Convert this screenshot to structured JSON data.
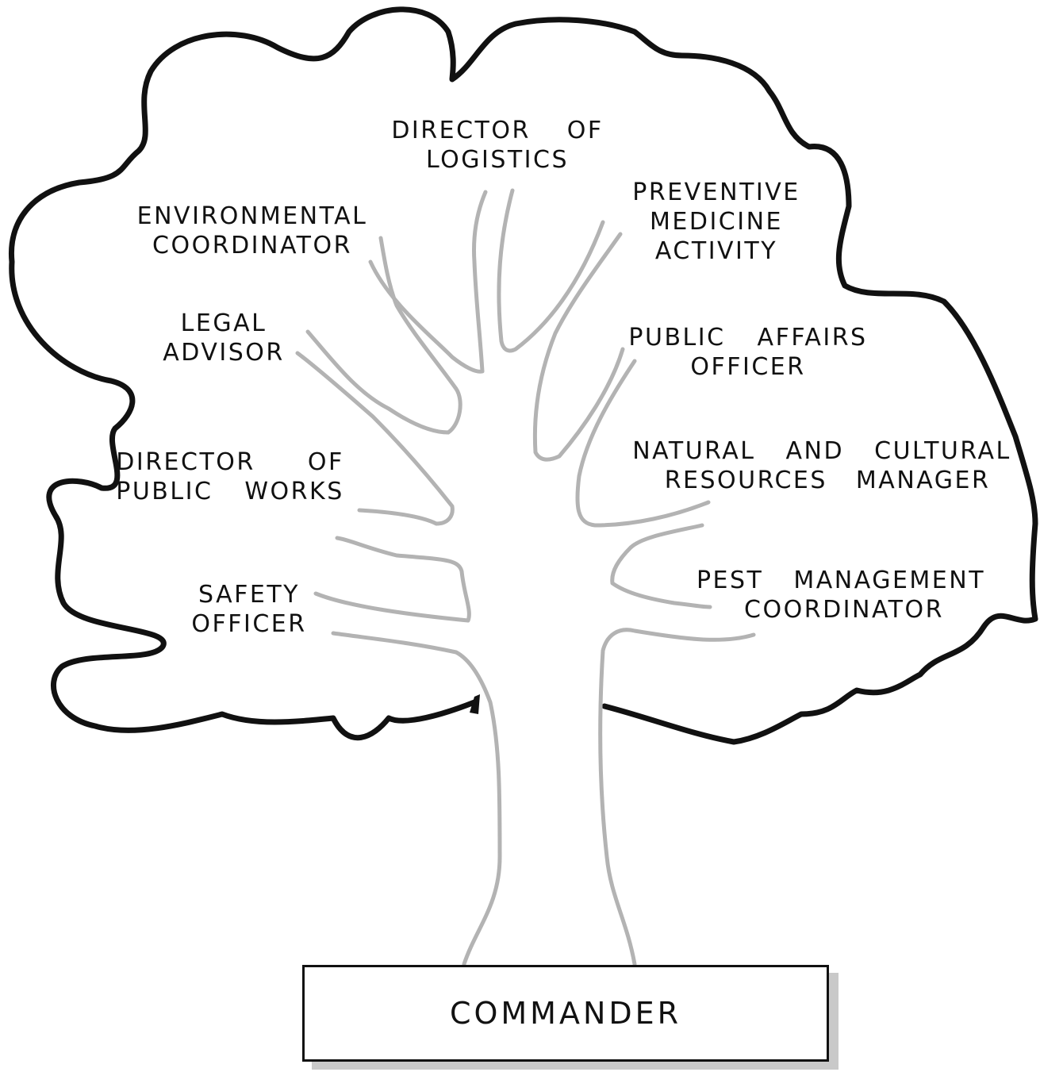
{
  "colors": {
    "outline": "#111111",
    "branch": "#b3b3b3",
    "shadow": "#c9c9c9",
    "background": "#ffffff"
  },
  "root": {
    "label": "COMMANDER"
  },
  "branches": {
    "director_logistics": [
      "DIRECTOR",
      "OF",
      "LOGISTICS"
    ],
    "environmental_coordinator": [
      "ENVIRONMENTAL",
      "COORDINATOR"
    ],
    "preventive_medicine": [
      "PREVENTIVE",
      "MEDICINE",
      "ACTIVITY"
    ],
    "legal_advisor": [
      "LEGAL",
      "ADVISOR"
    ],
    "public_affairs": [
      "PUBLIC",
      "AFFAIRS",
      "OFFICER"
    ],
    "director_public_works": [
      "DIRECTOR",
      "OF",
      "PUBLIC",
      "WORKS"
    ],
    "natural_cultural": [
      "NATURAL",
      "AND",
      "CULTURAL",
      "RESOURCES",
      "MANAGER"
    ],
    "safety_officer": [
      "SAFETY",
      "OFFICER"
    ],
    "pest_management": [
      "PEST",
      "MANAGEMENT",
      "COORDINATOR"
    ]
  }
}
